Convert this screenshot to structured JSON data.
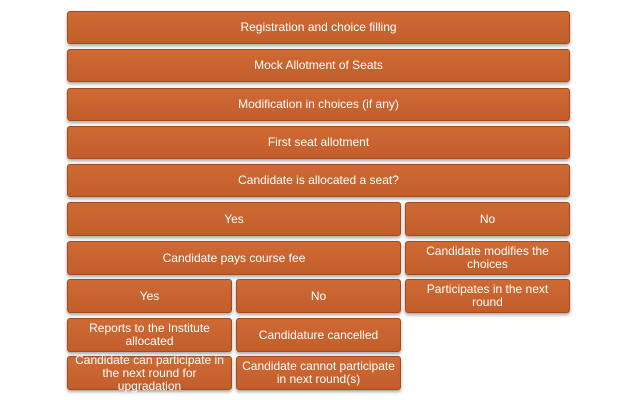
{
  "flowchart": {
    "registration": "Registration and choice filling",
    "mock_allotment": "Mock Allotment of Seats",
    "modification": "Modification in choices (if any)",
    "first_allotment": "First seat allotment",
    "allocated_question": "Candidate is allocated a seat?",
    "allocated_yes": "Yes",
    "allocated_no": "No",
    "pays_fee": "Candidate pays course fee",
    "modifies_choices": "Candidate modifies the choices",
    "fee_yes": "Yes",
    "fee_no": "No",
    "next_round": "Participates in the next round",
    "reports": "Reports to the Institute allocated",
    "cancelled": "Candidature cancelled",
    "can_participate": "Candidate can participate in the next round for upgradation",
    "cannot_participate": "Candidate cannot participate in next round(s)"
  }
}
